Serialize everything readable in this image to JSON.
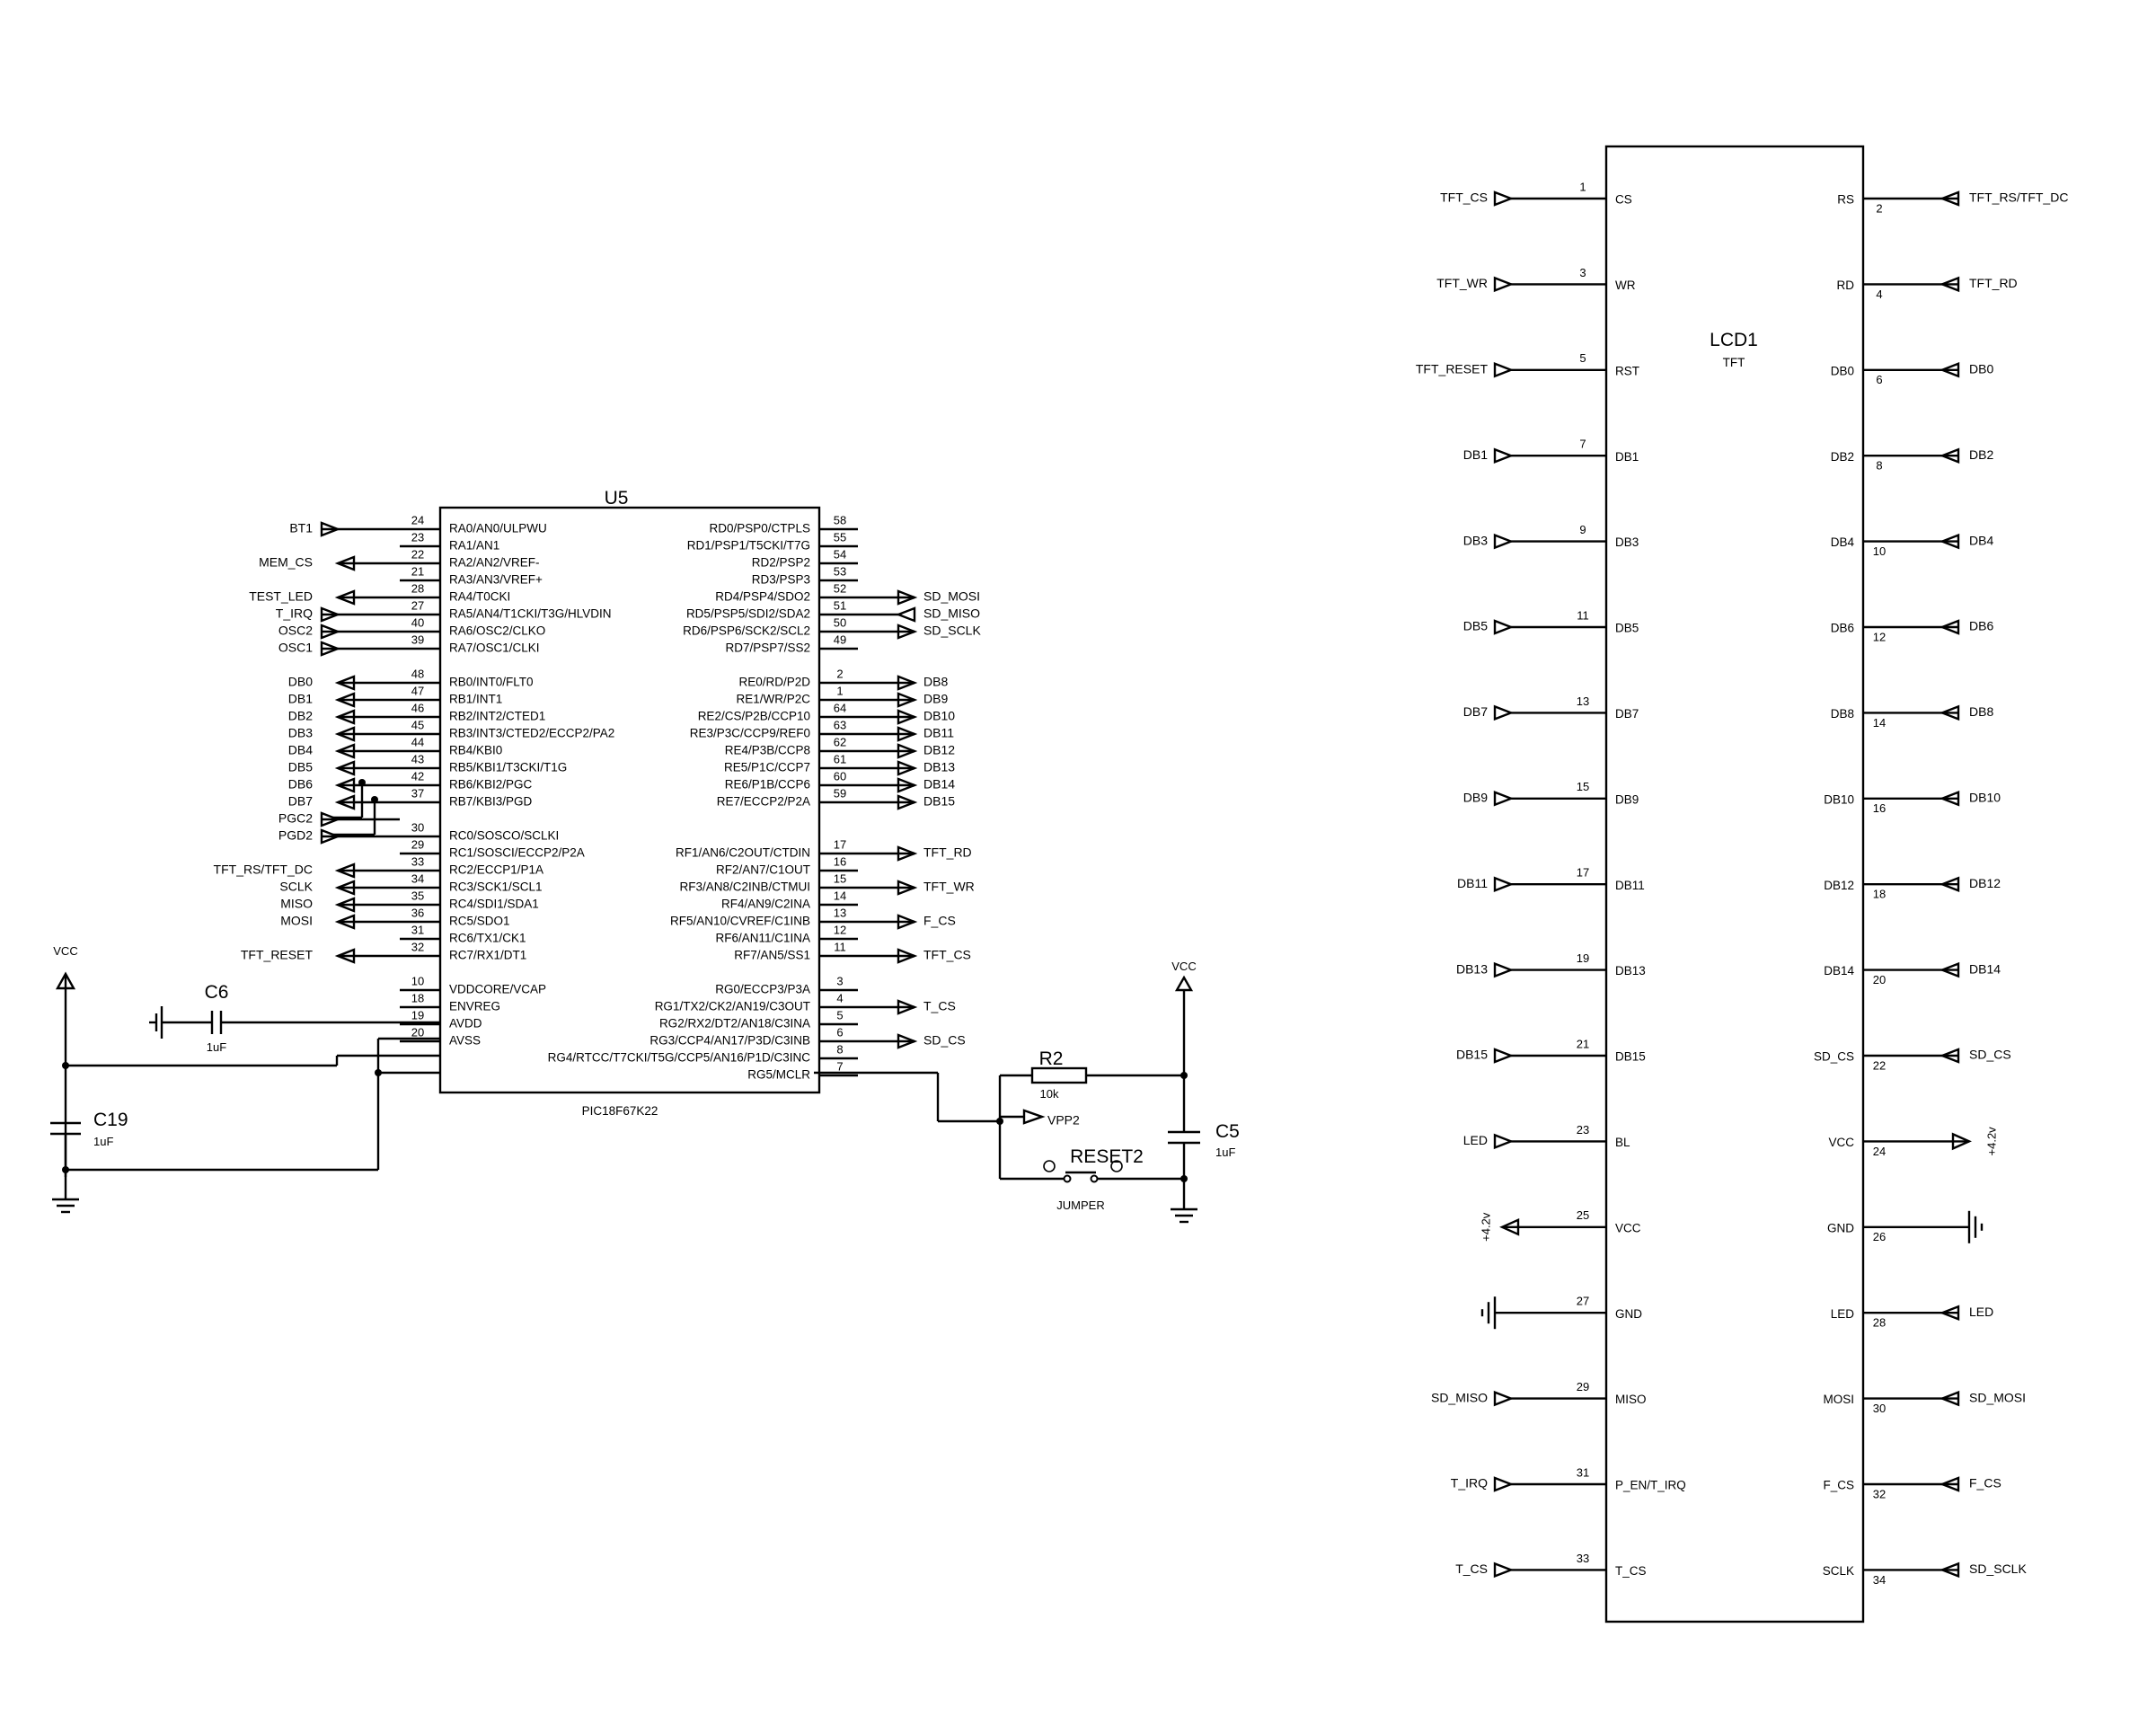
{
  "u5": {
    "ref": "U5",
    "part": "PIC18F67K22",
    "left_pins": [
      {
        "num": "24",
        "name": "RA0/AN0/ULPWU",
        "net": "BT1",
        "dir": "in"
      },
      {
        "num": "23",
        "name": "RA1/AN1",
        "net": "",
        "dir": ""
      },
      {
        "num": "22",
        "name": "RA2/AN2/VREF-",
        "net": "MEM_CS",
        "dir": "out"
      },
      {
        "num": "21",
        "name": "RA3/AN3/VREF+",
        "net": "",
        "dir": ""
      },
      {
        "num": "28",
        "name": "RA4/T0CKI",
        "net": "TEST_LED",
        "dir": "out"
      },
      {
        "num": "27",
        "name": "RA5/AN4/T1CKI/T3G/HLVDIN",
        "net": "T_IRQ",
        "dir": "in"
      },
      {
        "num": "40",
        "name": "RA6/OSC2/CLKO",
        "net": "OSC2",
        "dir": "in"
      },
      {
        "num": "39",
        "name": "RA7/OSC1/CLKI",
        "net": "OSC1",
        "dir": "in"
      },
      {
        "num": "",
        "name": "",
        "net": "",
        "dir": ""
      },
      {
        "num": "48",
        "name": "RB0/INT0/FLT0",
        "net": "DB0",
        "dir": "out"
      },
      {
        "num": "47",
        "name": "RB1/INT1",
        "net": "DB1",
        "dir": "out"
      },
      {
        "num": "46",
        "name": "RB2/INT2/CTED1",
        "net": "DB2",
        "dir": "out"
      },
      {
        "num": "45",
        "name": "RB3/INT3/CTED2/ECCP2/PA2",
        "net": "DB3",
        "dir": "out"
      },
      {
        "num": "44",
        "name": "RB4/KBI0",
        "net": "DB4",
        "dir": "out"
      },
      {
        "num": "43",
        "name": "RB5/KBI1/T3CKI/T1G",
        "net": "DB5",
        "dir": "out"
      },
      {
        "num": "42",
        "name": "RB6/KBI2/PGC",
        "net": "DB6",
        "dir": "out"
      },
      {
        "num": "37",
        "name": "RB7/KBI3/PGD",
        "net": "DB7",
        "dir": "out"
      },
      {
        "num": "",
        "name": "",
        "net": "PGC2",
        "dir": "in"
      },
      {
        "num": "30",
        "name": "RC0/SOSCO/SCLKI",
        "net": "PGD2",
        "dir": "in"
      },
      {
        "num": "29",
        "name": "RC1/SOSCI/ECCP2/P2A",
        "net": "",
        "dir": ""
      },
      {
        "num": "33",
        "name": "RC2/ECCP1/P1A",
        "net": "TFT_RS/TFT_DC",
        "dir": "out"
      },
      {
        "num": "34",
        "name": "RC3/SCK1/SCL1",
        "net": "SCLK",
        "dir": "out"
      },
      {
        "num": "35",
        "name": "RC4/SDI1/SDA1",
        "net": "MISO",
        "dir": "out"
      },
      {
        "num": "36",
        "name": "RC5/SDO1",
        "net": "MOSI",
        "dir": "out"
      },
      {
        "num": "31",
        "name": "RC6/TX1/CK1",
        "net": "",
        "dir": ""
      },
      {
        "num": "32",
        "name": "RC7/RX1/DT1",
        "net": "TFT_RESET",
        "dir": "out"
      },
      {
        "num": "",
        "name": "",
        "net": "",
        "dir": ""
      },
      {
        "num": "10",
        "name": "VDDCORE/VCAP",
        "net": "",
        "dir": ""
      },
      {
        "num": "18",
        "name": "ENVREG",
        "net": "",
        "dir": ""
      },
      {
        "num": "19",
        "name": "AVDD",
        "net": "",
        "dir": ""
      },
      {
        "num": "20",
        "name": "AVSS",
        "net": "",
        "dir": ""
      }
    ],
    "right_pins": [
      {
        "num": "58",
        "name": "RD0/PSP0/CTPLS",
        "net": "",
        "dir": ""
      },
      {
        "num": "55",
        "name": "RD1/PSP1/T5CKI/T7G",
        "net": "",
        "dir": ""
      },
      {
        "num": "54",
        "name": "RD2/PSP2",
        "net": "",
        "dir": ""
      },
      {
        "num": "53",
        "name": "RD3/PSP3",
        "net": "",
        "dir": ""
      },
      {
        "num": "52",
        "name": "RD4/PSP4/SDO2",
        "net": "SD_MOSI",
        "dir": "out"
      },
      {
        "num": "51",
        "name": "RD5/PSP5/SDI2/SDA2",
        "net": "SD_MISO",
        "dir": "in"
      },
      {
        "num": "50",
        "name": "RD6/PSP6/SCK2/SCL2",
        "net": "SD_SCLK",
        "dir": "out"
      },
      {
        "num": "49",
        "name": "RD7/PSP7/SS2",
        "net": "",
        "dir": ""
      },
      {
        "num": "",
        "name": "",
        "net": "",
        "dir": ""
      },
      {
        "num": "2",
        "name": "RE0/RD/P2D",
        "net": "DB8",
        "dir": "out"
      },
      {
        "num": "1",
        "name": "RE1/WR/P2C",
        "net": "DB9",
        "dir": "out"
      },
      {
        "num": "64",
        "name": "RE2/CS/P2B/CCP10",
        "net": "DB10",
        "dir": "out"
      },
      {
        "num": "63",
        "name": "RE3/P3C/CCP9/REF0",
        "net": "DB11",
        "dir": "out"
      },
      {
        "num": "62",
        "name": "RE4/P3B/CCP8",
        "net": "DB12",
        "dir": "out"
      },
      {
        "num": "61",
        "name": "RE5/P1C/CCP7",
        "net": "DB13",
        "dir": "out"
      },
      {
        "num": "60",
        "name": "RE6/P1B/CCP6",
        "net": "DB14",
        "dir": "out"
      },
      {
        "num": "59",
        "name": "RE7/ECCP2/P2A",
        "net": "DB15",
        "dir": "out"
      },
      {
        "num": "",
        "name": "",
        "net": "",
        "dir": ""
      },
      {
        "num": "",
        "name": "",
        "net": "",
        "dir": ""
      },
      {
        "num": "17",
        "name": "RF1/AN6/C2OUT/CTDIN",
        "net": "TFT_RD",
        "dir": "out"
      },
      {
        "num": "16",
        "name": "RF2/AN7/C1OUT",
        "net": "",
        "dir": ""
      },
      {
        "num": "15",
        "name": "RF3/AN8/C2INB/CTMUI",
        "net": "TFT_WR",
        "dir": "out"
      },
      {
        "num": "14",
        "name": "RF4/AN9/C2INA",
        "net": "",
        "dir": ""
      },
      {
        "num": "13",
        "name": "RF5/AN10/CVREF/C1INB",
        "net": "F_CS",
        "dir": "out"
      },
      {
        "num": "12",
        "name": "RF6/AN11/C1INA",
        "net": "",
        "dir": ""
      },
      {
        "num": "11",
        "name": "RF7/AN5/SS1",
        "net": "TFT_CS",
        "dir": "out"
      },
      {
        "num": "",
        "name": "",
        "net": "",
        "dir": ""
      },
      {
        "num": "3",
        "name": "RG0/ECCP3/P3A",
        "net": "",
        "dir": ""
      },
      {
        "num": "4",
        "name": "RG1/TX2/CK2/AN19/C3OUT",
        "net": "T_CS",
        "dir": "out"
      },
      {
        "num": "5",
        "name": "RG2/RX2/DT2/AN18/C3INA",
        "net": "",
        "dir": ""
      },
      {
        "num": "6",
        "name": "RG3/CCP4/AN17/P3D/C3INB",
        "net": "SD_CS",
        "dir": "out"
      },
      {
        "num": "8",
        "name": "RG4/RTCC/T7CKI/T5G/CCP5/AN16/P1D/C3INC",
        "net": "",
        "dir": ""
      },
      {
        "num": "7",
        "name": "RG5/MCLR",
        "net": "",
        "dir": ""
      }
    ]
  },
  "lcd1": {
    "ref": "LCD1",
    "value": "TFT",
    "left_pins": [
      {
        "num": "1",
        "name": "CS",
        "net": "TFT_CS",
        "type": "port"
      },
      {
        "num": "3",
        "name": "WR",
        "net": "TFT_WR",
        "type": "port"
      },
      {
        "num": "5",
        "name": "RST",
        "net": "TFT_RESET",
        "type": "port"
      },
      {
        "num": "7",
        "name": "DB1",
        "net": "DB1",
        "type": "port"
      },
      {
        "num": "9",
        "name": "DB3",
        "net": "DB3",
        "type": "port"
      },
      {
        "num": "11",
        "name": "DB5",
        "net": "DB5",
        "type": "port"
      },
      {
        "num": "13",
        "name": "DB7",
        "net": "DB7",
        "type": "port"
      },
      {
        "num": "15",
        "name": "DB9",
        "net": "DB9",
        "type": "port"
      },
      {
        "num": "17",
        "name": "DB11",
        "net": "DB11",
        "type": "port"
      },
      {
        "num": "19",
        "name": "DB13",
        "net": "DB13",
        "type": "port"
      },
      {
        "num": "21",
        "name": "DB15",
        "net": "DB15",
        "type": "port"
      },
      {
        "num": "23",
        "name": "BL",
        "net": "LED",
        "type": "port"
      },
      {
        "num": "25",
        "name": "VCC",
        "net": "+4.2v",
        "type": "power"
      },
      {
        "num": "27",
        "name": "GND",
        "net": "",
        "type": "ground"
      },
      {
        "num": "29",
        "name": "MISO",
        "net": "SD_MISO",
        "type": "port"
      },
      {
        "num": "31",
        "name": "P_EN/T_IRQ",
        "net": "T_IRQ",
        "type": "port"
      },
      {
        "num": "33",
        "name": "T_CS",
        "net": "T_CS",
        "type": "port"
      }
    ],
    "right_pins": [
      {
        "num": "2",
        "name": "RS",
        "net": "TFT_RS/TFT_DC",
        "type": "port"
      },
      {
        "num": "4",
        "name": "RD",
        "net": "TFT_RD",
        "type": "port"
      },
      {
        "num": "6",
        "name": "DB0",
        "net": "DB0",
        "type": "port"
      },
      {
        "num": "8",
        "name": "DB2",
        "net": "DB2",
        "type": "port"
      },
      {
        "num": "10",
        "name": "DB4",
        "net": "DB4",
        "type": "port"
      },
      {
        "num": "12",
        "name": "DB6",
        "net": "DB6",
        "type": "port"
      },
      {
        "num": "14",
        "name": "DB8",
        "net": "DB8",
        "type": "port"
      },
      {
        "num": "16",
        "name": "DB10",
        "net": "DB10",
        "type": "port"
      },
      {
        "num": "18",
        "name": "DB12",
        "net": "DB12",
        "type": "port"
      },
      {
        "num": "20",
        "name": "DB14",
        "net": "DB14",
        "type": "port"
      },
      {
        "num": "22",
        "name": "SD_CS",
        "net": "SD_CS",
        "type": "port"
      },
      {
        "num": "24",
        "name": "VCC",
        "net": "+4.2v",
        "type": "power"
      },
      {
        "num": "26",
        "name": "GND",
        "net": "",
        "type": "ground"
      },
      {
        "num": "28",
        "name": "LED",
        "net": "LED",
        "type": "port"
      },
      {
        "num": "30",
        "name": "MOSI",
        "net": "SD_MOSI",
        "type": "port"
      },
      {
        "num": "32",
        "name": "F_CS",
        "net": "F_CS",
        "type": "port"
      },
      {
        "num": "34",
        "name": "SCLK",
        "net": "SD_SCLK",
        "type": "port"
      }
    ]
  },
  "components": {
    "c6": {
      "ref": "C6",
      "value": "1uF"
    },
    "c19": {
      "ref": "C19",
      "value": "1uF"
    },
    "c5": {
      "ref": "C5",
      "value": "1uF"
    },
    "r2": {
      "ref": "R2",
      "value": "10k"
    },
    "reset2": {
      "ref": "RESET2",
      "value": "JUMPER"
    },
    "vcc_left": "VCC",
    "vcc_right": "VCC",
    "vpp": "VPP2"
  },
  "colors": {
    "line": "#000000",
    "background": "#ffffff"
  }
}
